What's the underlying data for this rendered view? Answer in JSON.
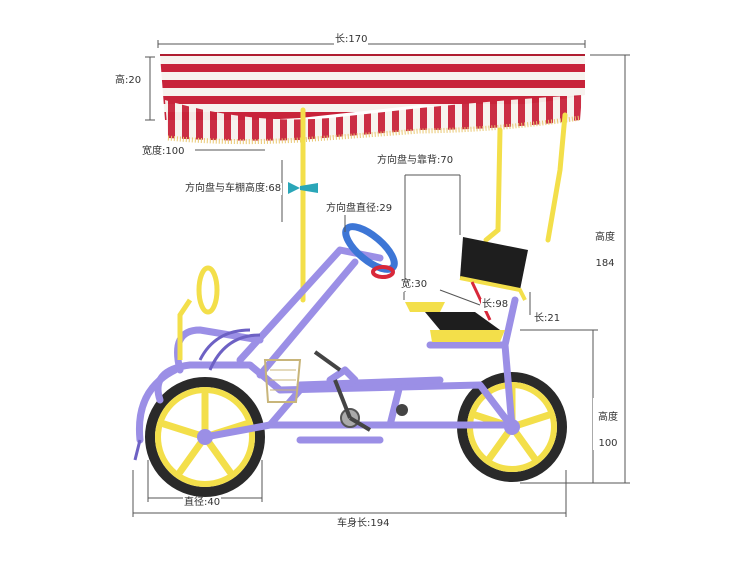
{
  "dimensions": {
    "roof_length": "长:170",
    "roof_height": "高:20",
    "roof_width": "宽度:100",
    "steering_to_seatback": "方向盘与靠背:70",
    "steering_to_canopy_height": "方向盘与车棚高度:68",
    "steering_wheel_diameter": "方向盘直径:29",
    "seat_width": "宽:30",
    "seat_length": "长:98",
    "seatback_length": "长:21",
    "total_height_label": "高度",
    "total_height_value": "184",
    "body_height_label": "高度",
    "body_height_value": "100",
    "wheel_diameter": "直径:40",
    "body_length": "车身长:194"
  },
  "colors": {
    "frame": "#9b8fe6",
    "frame_dark": "#6d61c4",
    "yellow": "#f3df4a",
    "canopy_red": "#c8233a",
    "canopy_white": "#f7f2ee",
    "fringe": "#e9c770",
    "seat": "#1e1e1e",
    "steering": "#3d76d6",
    "tire": "#2a2a2a",
    "dimension_line": "#555555"
  }
}
